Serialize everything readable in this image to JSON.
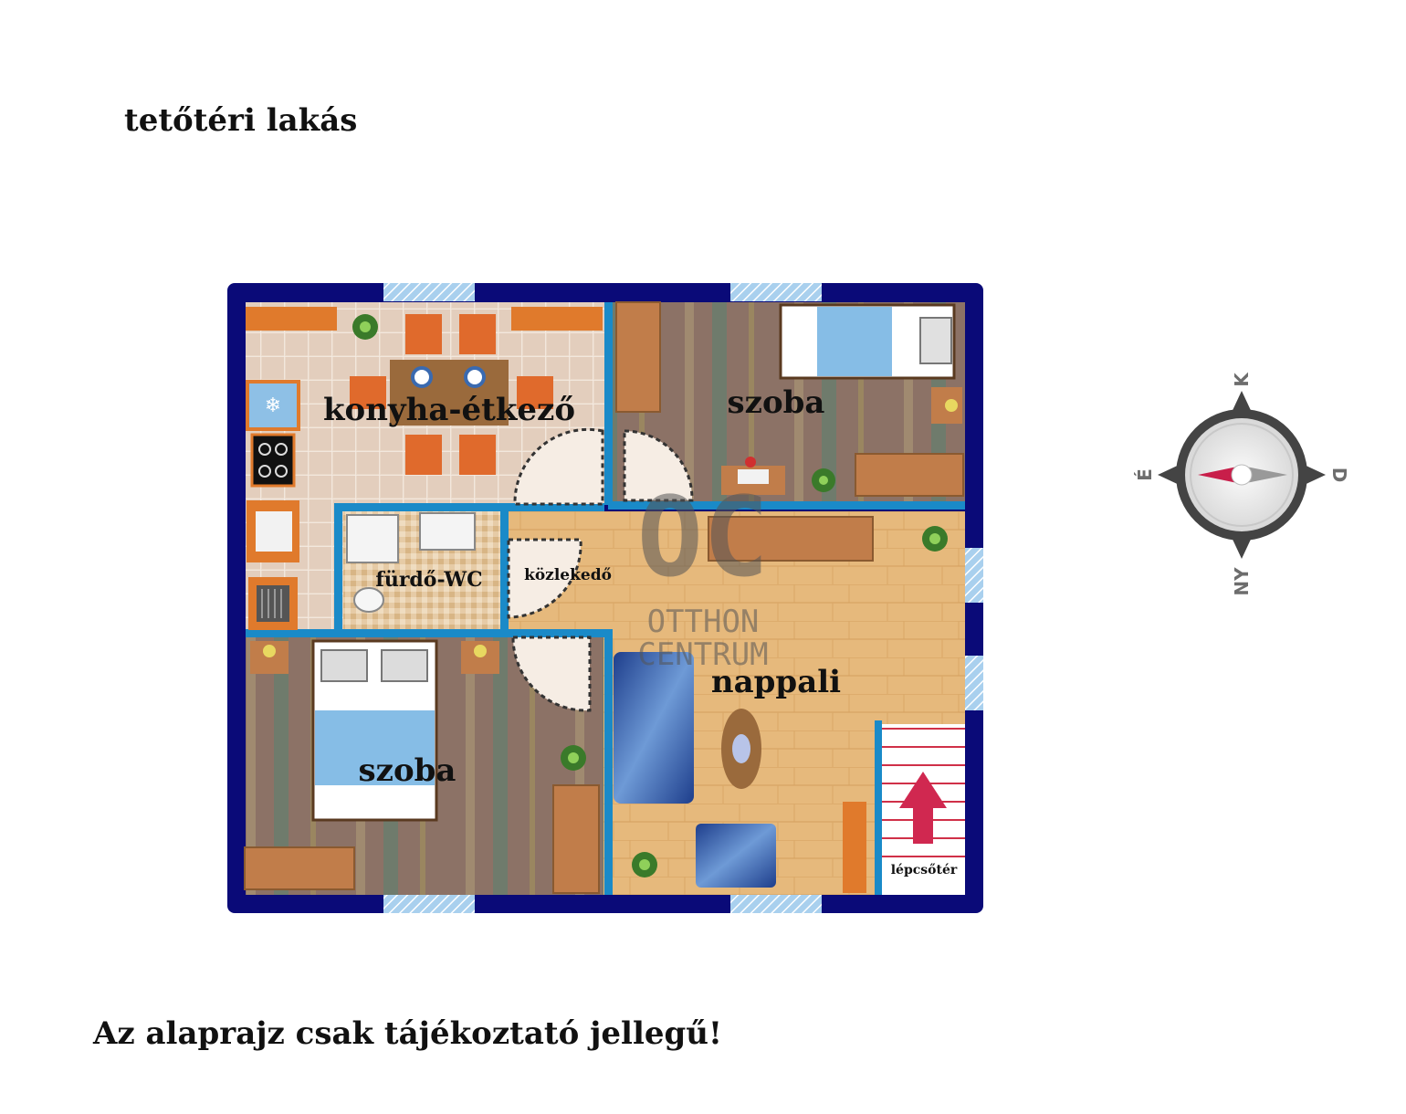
{
  "header": {
    "title": "tetőtéri lakás"
  },
  "footer": {
    "disclaimer": "Az alaprajz csak tájékoztató jellegű!"
  },
  "rooms": {
    "kitchen": "konyha-étkező",
    "bedroom_top": "szoba",
    "bathroom": "fürdő-WC",
    "corridor": "közlekedő",
    "bedroom_bottom": "szoba",
    "living": "nappali",
    "stairs": "lépcsőtér"
  },
  "compass": {
    "north": "K",
    "south": "NY",
    "west": "É",
    "east": "D"
  },
  "watermark": {
    "logo": "OC",
    "line1": "OTTHON",
    "line2": "CENTRUM"
  },
  "colors": {
    "outer_wall": "#0a0a78",
    "inner_wall": "#1a8ac8",
    "window": "#9ec8e8",
    "tile": "#e8d8c8",
    "wood": "#e3b676",
    "carpet": "#8a7064",
    "furniture": "#e07a2c",
    "stair_arrow": "#d02850"
  }
}
